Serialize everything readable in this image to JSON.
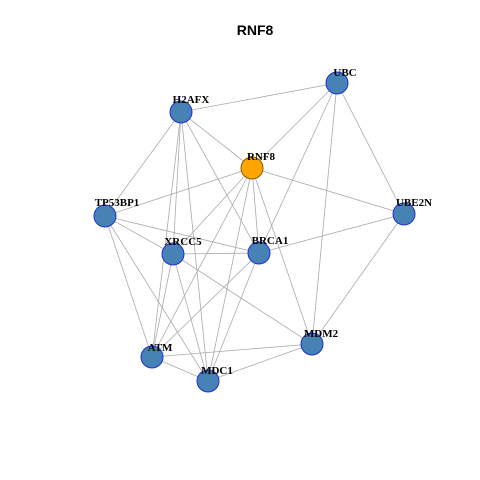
{
  "title": "RNF8",
  "colors": {
    "node_fill": "#4682b4",
    "node_stroke": "#1f2fd6",
    "center_fill": "#ffa500",
    "center_stroke": "#8a5a00",
    "edge": "#aaaaaa",
    "label": "#000000"
  },
  "nodes": [
    {
      "id": "UBC",
      "label": "UBC",
      "center": false
    },
    {
      "id": "H2AFX",
      "label": "H2AFX",
      "center": false
    },
    {
      "id": "RNF8",
      "label": "RNF8",
      "center": true
    },
    {
      "id": "TP53BP1",
      "label": "TP53BP1",
      "center": false
    },
    {
      "id": "UBE2N",
      "label": "UBE2N",
      "center": false
    },
    {
      "id": "XRCC5",
      "label": "XRCC5",
      "center": false
    },
    {
      "id": "BRCA1",
      "label": "BRCA1",
      "center": false
    },
    {
      "id": "MDM2",
      "label": "MDM2",
      "center": false
    },
    {
      "id": "ATM",
      "label": "ATM",
      "center": false
    },
    {
      "id": "MDC1",
      "label": "MDC1",
      "center": false
    }
  ],
  "edges": [
    [
      "H2AFX",
      "UBC"
    ],
    [
      "UBC",
      "RNF8"
    ],
    [
      "UBC",
      "BRCA1"
    ],
    [
      "UBC",
      "UBE2N"
    ],
    [
      "UBC",
      "MDM2"
    ],
    [
      "H2AFX",
      "RNF8"
    ],
    [
      "H2AFX",
      "TP53BP1"
    ],
    [
      "H2AFX",
      "XRCC5"
    ],
    [
      "H2AFX",
      "BRCA1"
    ],
    [
      "H2AFX",
      "ATM"
    ],
    [
      "H2AFX",
      "MDC1"
    ],
    [
      "RNF8",
      "TP53BP1"
    ],
    [
      "RNF8",
      "UBE2N"
    ],
    [
      "RNF8",
      "XRCC5"
    ],
    [
      "RNF8",
      "BRCA1"
    ],
    [
      "RNF8",
      "MDM2"
    ],
    [
      "RNF8",
      "ATM"
    ],
    [
      "RNF8",
      "MDC1"
    ],
    [
      "TP53BP1",
      "XRCC5"
    ],
    [
      "TP53BP1",
      "BRCA1"
    ],
    [
      "TP53BP1",
      "ATM"
    ],
    [
      "TP53BP1",
      "MDC1"
    ],
    [
      "UBE2N",
      "BRCA1"
    ],
    [
      "UBE2N",
      "MDM2"
    ],
    [
      "XRCC5",
      "BRCA1"
    ],
    [
      "XRCC5",
      "MDM2"
    ],
    [
      "XRCC5",
      "ATM"
    ],
    [
      "XRCC5",
      "MDC1"
    ],
    [
      "BRCA1",
      "ATM"
    ],
    [
      "BRCA1",
      "MDC1"
    ],
    [
      "MDM2",
      "ATM"
    ],
    [
      "MDM2",
      "MDC1"
    ],
    [
      "ATM",
      "MDC1"
    ]
  ]
}
